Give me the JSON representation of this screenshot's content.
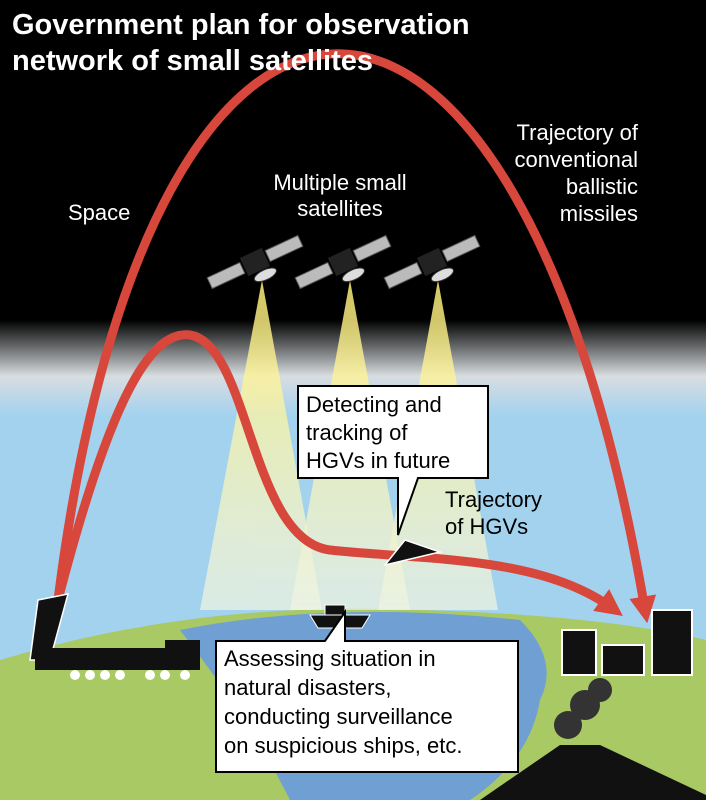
{
  "title": [
    "Government plan for observation",
    "network of small satellites"
  ],
  "labels": {
    "space": "Space",
    "satellites": [
      "Multiple small",
      "satellites"
    ],
    "ballistic": [
      "Trajectory of",
      "conventional",
      "ballistic",
      "missiles"
    ],
    "hgv": [
      "Trajectory",
      "of HGVs"
    ]
  },
  "callouts": {
    "detecting": [
      "Detecting and",
      "tracking of",
      "HGVs in future"
    ],
    "assessing": [
      "Assessing situation in",
      "natural disasters,",
      "conducting surveillance",
      "on suspicious ships, etc."
    ]
  },
  "colors": {
    "trajectory": "#d8473b",
    "sky": "#a3d2ef",
    "ground": "#a9c964",
    "sea": "#6f9fd3",
    "beam": "#fbf3a0"
  }
}
